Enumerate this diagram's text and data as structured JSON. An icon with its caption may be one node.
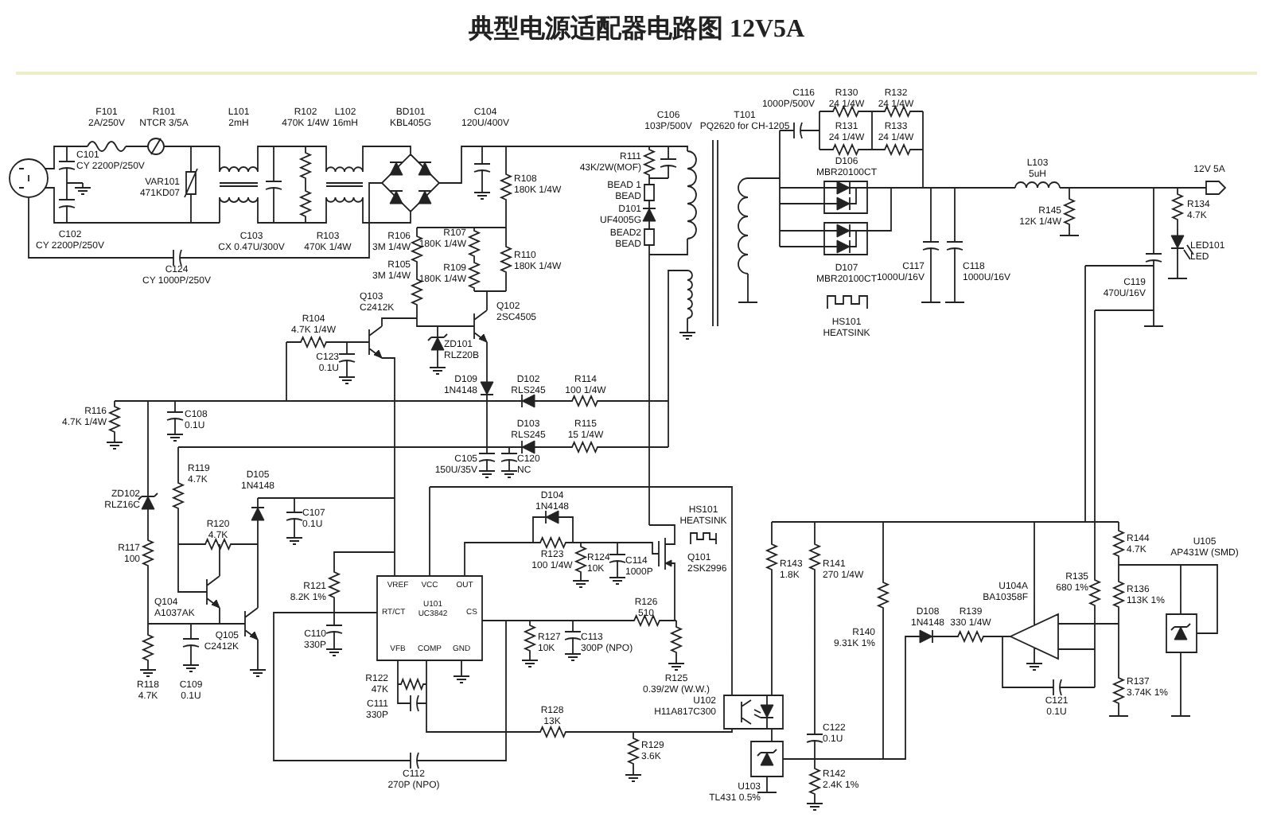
{
  "diagram": {
    "title": "典型电源适配器电路图 12V5A",
    "labels": [
      "F101 2A/250V",
      "R101 NTCR 3/5A",
      "C101 CY 2200P/250V",
      "VAR101 471KD07",
      "L101 2mH",
      "R102 470K 1/4W",
      "L102 16mH",
      "BD101 KBL405G",
      "C104 120U/400V",
      "C102 CY 2200P/250V",
      "C103 CX 0.47U/300V",
      "R103 470K 1/4W",
      "C124 CY 1000P/250V",
      "R106 3M 1/4W",
      "R107 180K 1/4W",
      "R108 180K 1/4W",
      "R109 180K 1/4W",
      "R110 180K 1/4W",
      "R105 3M 1/4W",
      "R104 4.7K 1/4W",
      "Q103 C2412K",
      "C123 0.1U",
      "ZD101 RLZ20B",
      "Q102 2SC4505",
      "R116 4.7K 1/4W",
      "C108 0.1U",
      "D109 1N4148",
      "D102 RLS245",
      "R114 100 1/4W",
      "D103 RLS245",
      "R115 15 1/4W",
      "C105 150U/35V",
      "C120 NC",
      "D105 1N4148",
      "ZD102 RLZ16C",
      "R119 4.7K",
      "R120 4.7K",
      "C107 0.1U",
      "R117 100",
      "Q104 A1037AK",
      "Q105 C2412K",
      "R121 8.2K 1%",
      "C110 330P",
      "R118 4.7K",
      "C109 0.1U",
      "R122 47K",
      "C111 330P",
      "C112 270P (NPO)",
      "VREF",
      "VCC",
      "OUT",
      "RT/CT",
      "U101 UC3842",
      "CS",
      "VFB",
      "COMP",
      "GND",
      "D104 1N4148",
      "HS101 HEATSINK",
      "R123 100 1/4W",
      "R124 10K",
      "C114 1000P",
      "Q101 2SK2996",
      "R127 10K",
      "C113 300P (NPO)",
      "R126 510",
      "R125 0.39/2W (W.W.)",
      "U102 H11A817C300",
      "R128 13K",
      "R129 3.6K",
      "U103 TL431 0.5%",
      "R143 1.8K",
      "R141 270 1/4W",
      "C122 0.1U",
      "R142 2.4K 1%",
      "R140 9.31K 1%",
      "D108 1N4148",
      "R139 330 1/4W",
      "U104A BA10358F",
      "R135 680 1%",
      "C121 0.1U",
      "R144 4.7K",
      "U105 AP431W (SMD)",
      "R136 113K 1%",
      "R137 3.74K 1%",
      "C106 103P/500V",
      "T101 PQ2620 for CH-1205",
      "R111 43K/2W(MOF)",
      "BEAD 1 BEAD",
      "D101 UF4005G",
      "BEAD2 BEAD",
      "C116 1000P/500V",
      "R130 24 1/4W",
      "R132 24 1/4W",
      "R131 24 1/4W",
      "R133 24 1/4W",
      "D106 MBR20100CT",
      "D107 MBR20100CT",
      "HS101 HEATSINK",
      "C117 1000U/16V",
      "C118 1000U/16V",
      "L103 5uH",
      "12V 5A",
      "R145 12K 1/4W",
      "R134 4.7K",
      "LED101 LED",
      "C119 470U/16V"
    ]
  }
}
